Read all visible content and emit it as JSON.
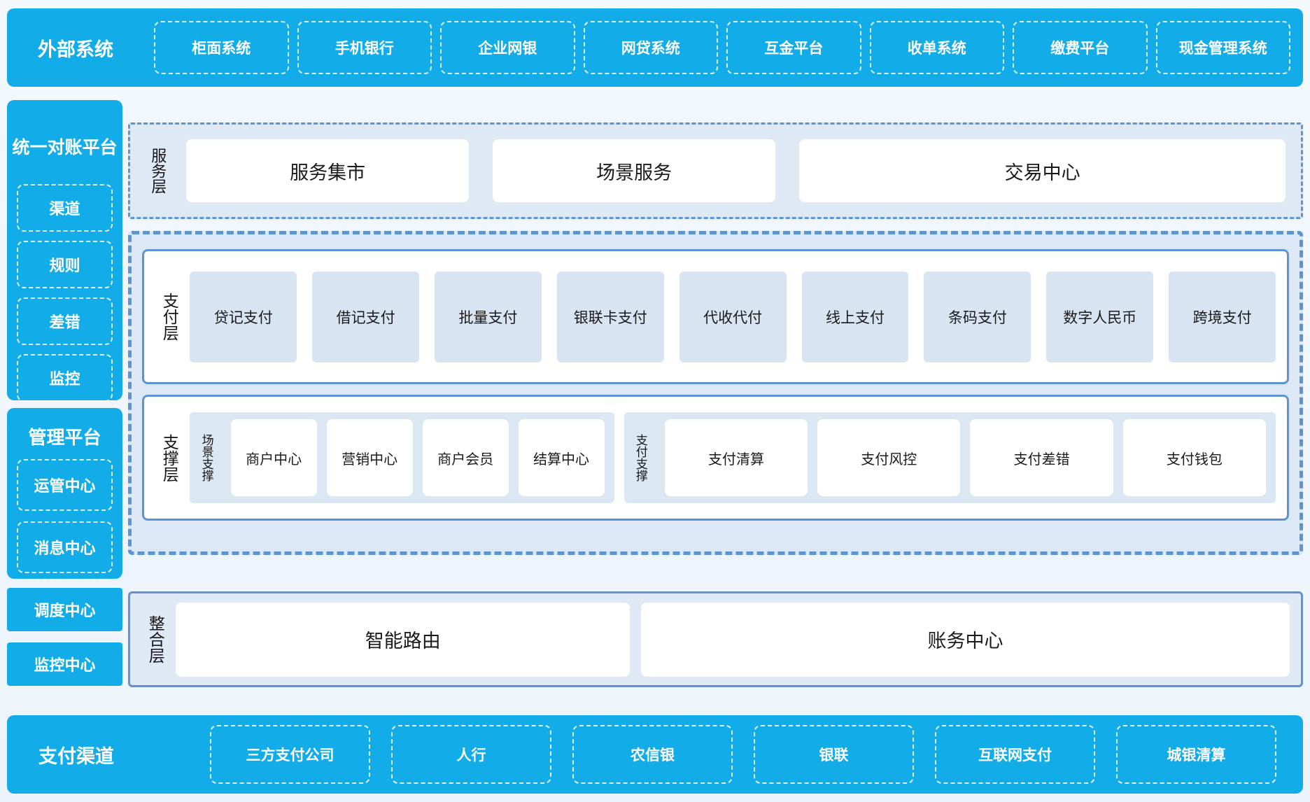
{
  "colors": {
    "accent_blue": "#12ade9",
    "border_blue": "#5e94cf",
    "panel_fill": "#dce8f5",
    "item_fill": "#d9e4f2",
    "light_fill": "#dfe9f6",
    "text_dark": "#1a1a1a",
    "text_white": "#ffffff"
  },
  "top_bar": {
    "title": "外部系统",
    "items": [
      "柜面系统",
      "手机银行",
      "企业网银",
      "网贷系统",
      "互金平台",
      "收单系统",
      "缴费平台",
      "现金管理系统"
    ]
  },
  "sidebar": {
    "recon": {
      "title": "统一对账平台",
      "items": [
        "渠道",
        "规则",
        "差错",
        "监控"
      ]
    },
    "mgmt": {
      "title": "管理平台",
      "items": [
        "运管中心",
        "消息中心"
      ]
    },
    "blocks": [
      "调度中心",
      "监控中心"
    ]
  },
  "layers": {
    "service": {
      "label": "服务层",
      "items": [
        "服务集市",
        "场景服务",
        "交易中心"
      ]
    },
    "payment": {
      "label": "支付层",
      "items": [
        "贷记支付",
        "借记支付",
        "批量支付",
        "银联卡支付",
        "代收代付",
        "线上支付",
        "条码支付",
        "数字人民币",
        "跨境支付"
      ]
    },
    "support": {
      "label": "支撑层",
      "groups": [
        {
          "label": "场景支撑",
          "items": [
            "商户中心",
            "营销中心",
            "商户会员",
            "结算中心"
          ]
        },
        {
          "label": "支付支撑",
          "items": [
            "支付清算",
            "支付风控",
            "支付差错",
            "支付钱包"
          ]
        }
      ]
    },
    "integration": {
      "label": "整合层",
      "items": [
        "智能路由",
        "账务中心"
      ]
    }
  },
  "bottom_bar": {
    "title": "支付渠道",
    "items": [
      "三方支付公司",
      "人行",
      "农信银",
      "银联",
      "互联网支付",
      "城银清算"
    ]
  }
}
